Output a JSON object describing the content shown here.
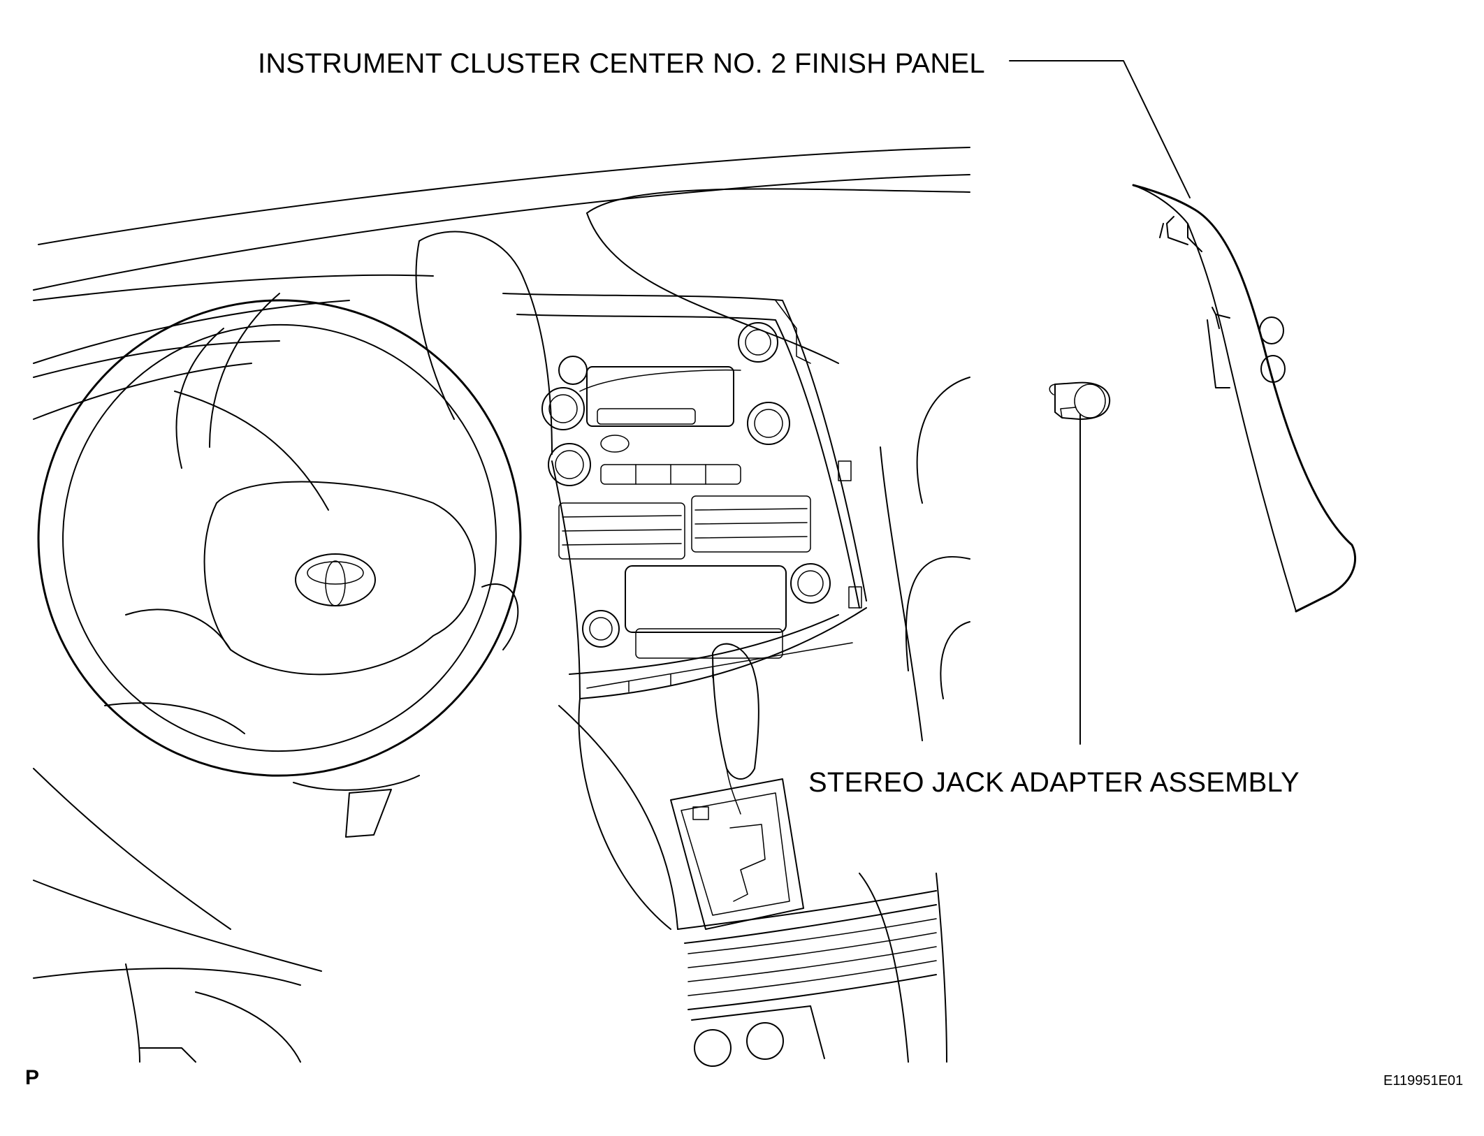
{
  "labels": {
    "finish_panel": "INSTRUMENT CLUSTER CENTER NO. 2 FINISH PANEL",
    "stereo_jack": "STEREO JACK ADAPTER ASSEMBLY",
    "figure_code": "E119951E01",
    "view_mark": "P"
  },
  "colors": {
    "line": "#000000",
    "background": "#ffffff"
  }
}
